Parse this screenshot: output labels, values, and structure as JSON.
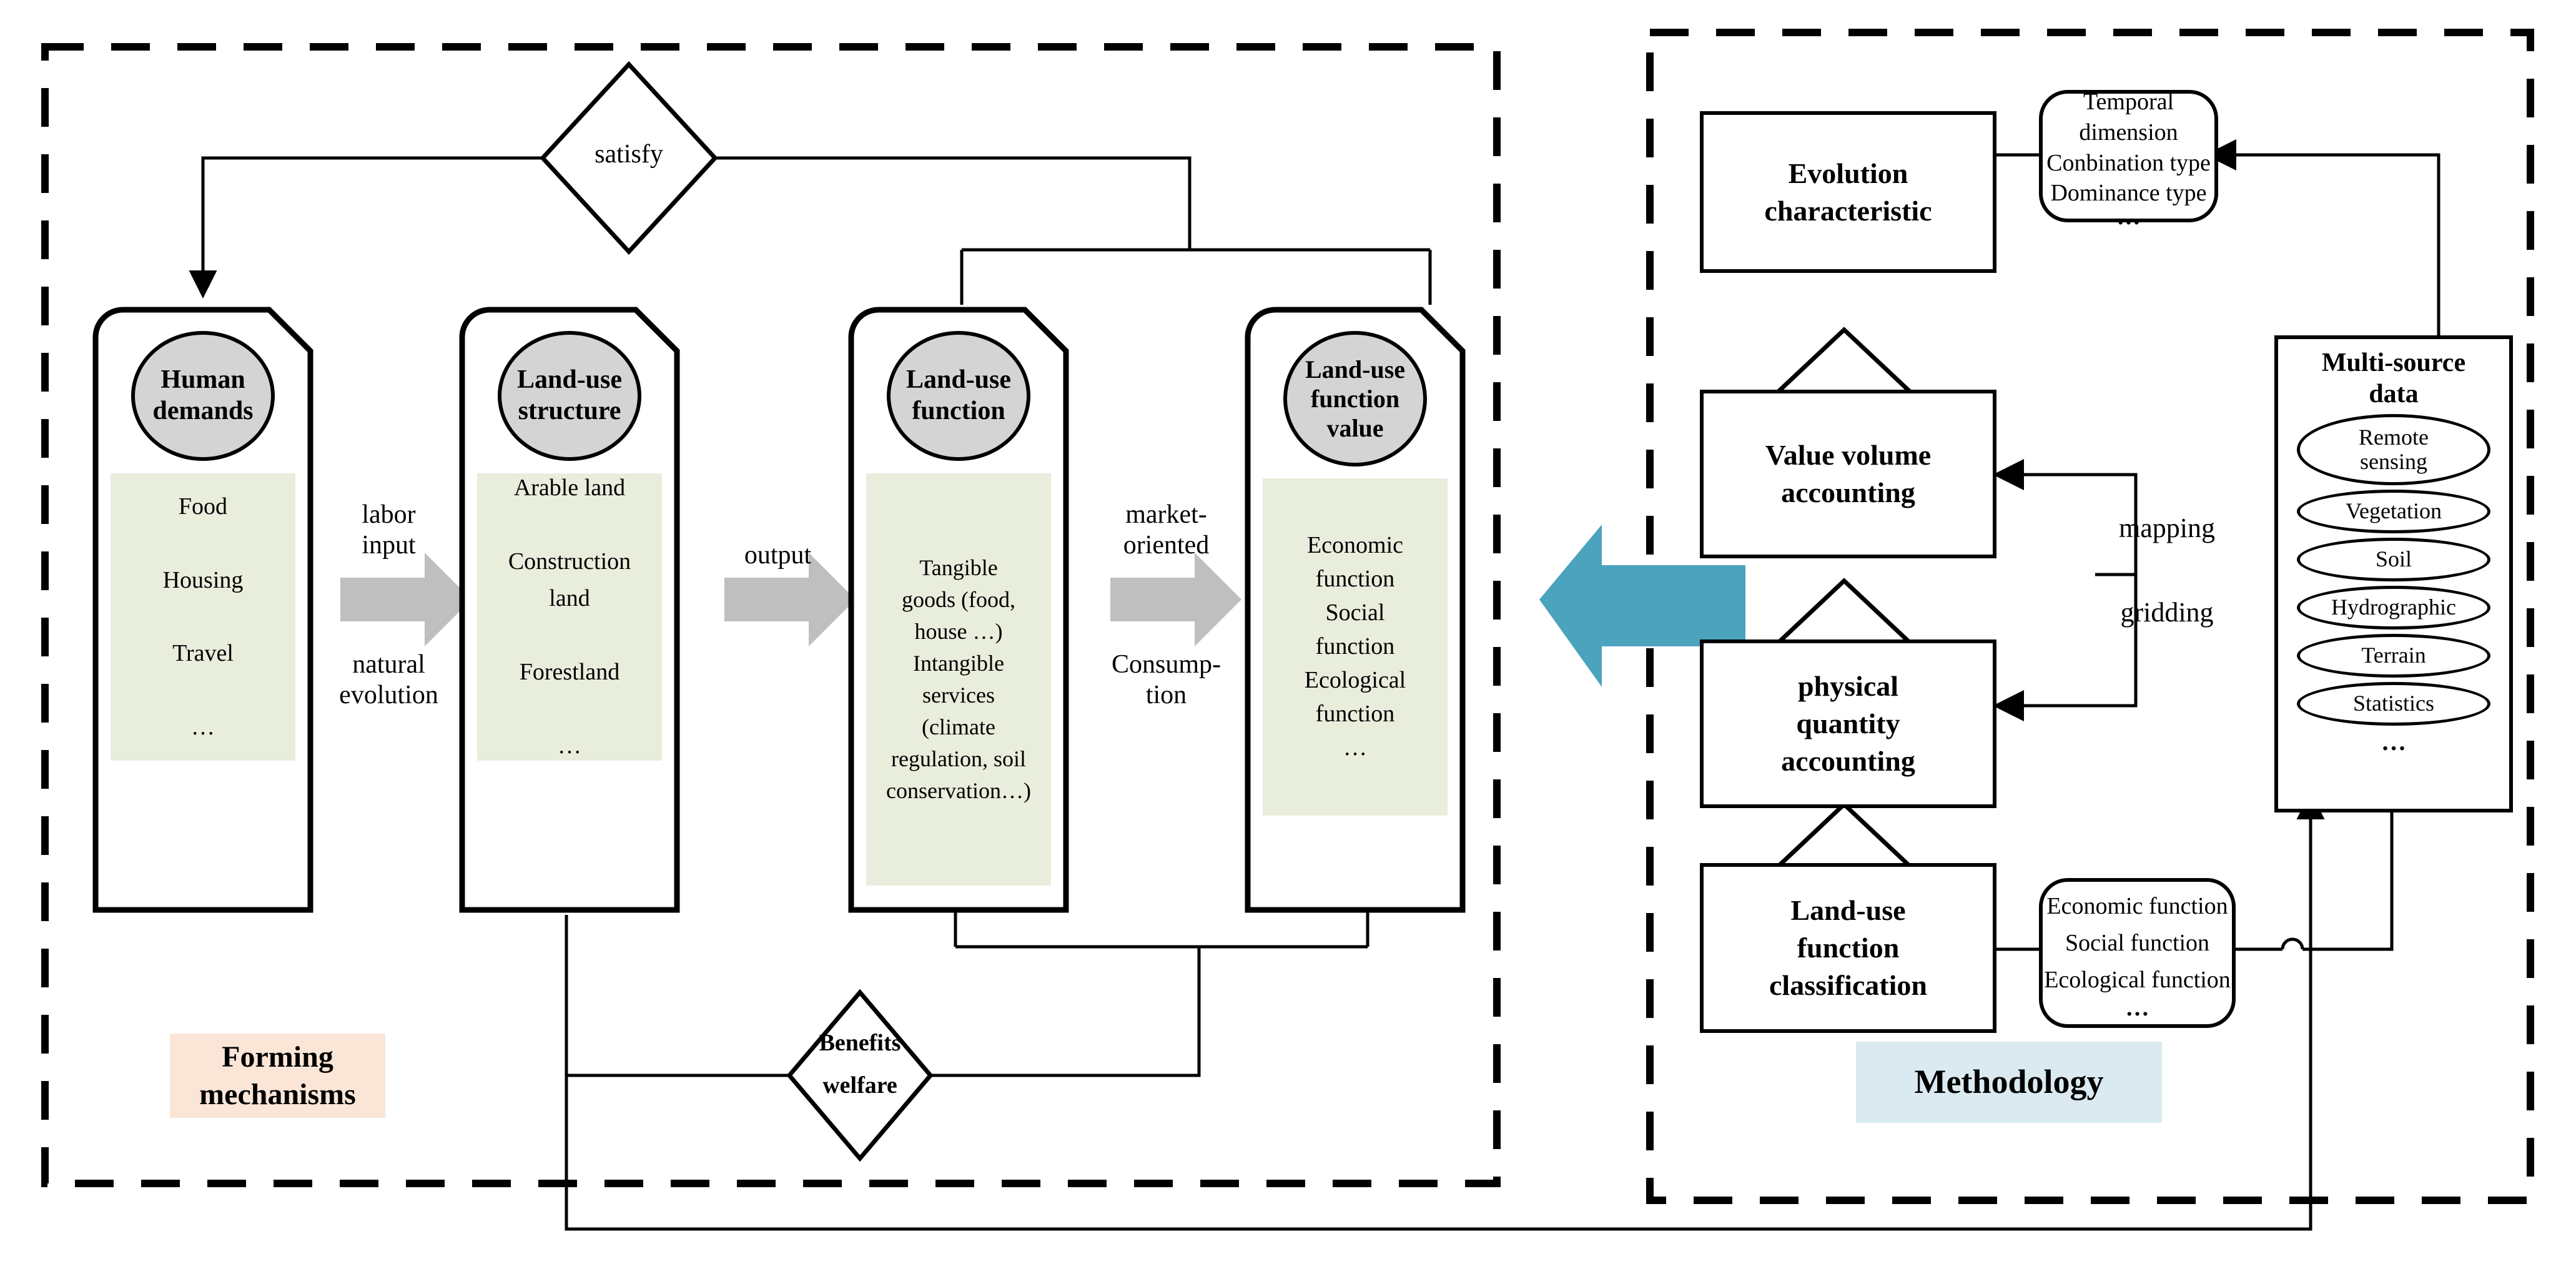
{
  "panels": {
    "left": {
      "caption": "Forming\nmechanisms",
      "caption_bg": "#fae5d7"
    },
    "right": {
      "caption": "Methodology",
      "caption_bg": "#daeaf0"
    }
  },
  "colors": {
    "ellipse_fill": "#d4d4d4",
    "green_fill": "#e9eddc",
    "gray_arrow": "#bfbfbf",
    "blue_arrow": "#4ba3be",
    "stroke": "#000000"
  },
  "left_panel": {
    "decisions": [
      {
        "label": "satisfy"
      },
      {
        "label_line1": "Benefits",
        "label_line2": "welfare"
      }
    ],
    "pillars": [
      {
        "title": "Human\ndemands",
        "items": "Food\n\nHousing\n\nTravel\n\n…"
      },
      {
        "title": "Land-use\nstructure",
        "items": "Arable land\n\nConstruction\nland\n\nForestland\n\n…"
      },
      {
        "title": "Land-use\nfunction",
        "items": "Tangible\ngoods (food,\nhouse …)\nIntangible\nservices\n(climate\nregulation, soil\nconservation…)"
      },
      {
        "title": "Land-use\nfunction\nvalue",
        "items": "Economic\nfunction\nSocial\nfunction\nEcological\nfunction\n…"
      }
    ],
    "flow_labels": [
      {
        "above": "labor\ninput",
        "below": "natural\nevolution"
      },
      {
        "above": "output",
        "below": ""
      },
      {
        "above": "market-\noriented",
        "below": "Consump-\ntion"
      }
    ]
  },
  "right_panel": {
    "boxes": [
      {
        "name": "evolution-characteristic",
        "title": "Evolution\ncharacteristic"
      },
      {
        "name": "value-volume-accounting",
        "title": "Value volume\naccounting"
      },
      {
        "name": "physical-quantity-accounting",
        "title": "physical\nquantity\naccounting"
      },
      {
        "name": "land-use-function-classification",
        "title": "Land-use\nfunction\nclassification"
      }
    ],
    "lists": [
      {
        "name": "evolution-attributes",
        "items": [
          "Temporal dimension",
          "Conbination type",
          "Dominance  type",
          "…"
        ]
      },
      {
        "name": "function-classes",
        "items": [
          "Economic function",
          "Social function",
          "Ecological function",
          "…"
        ]
      }
    ],
    "multi_source": {
      "title": "Multi-source\ndata",
      "items": [
        "Remote\nsensing",
        "Vegetation",
        "Soil",
        "Hydrographic",
        "Terrain",
        "Statistics"
      ],
      "ellipsis": "…"
    },
    "edge_labels": [
      "mapping",
      "gridding"
    ]
  }
}
